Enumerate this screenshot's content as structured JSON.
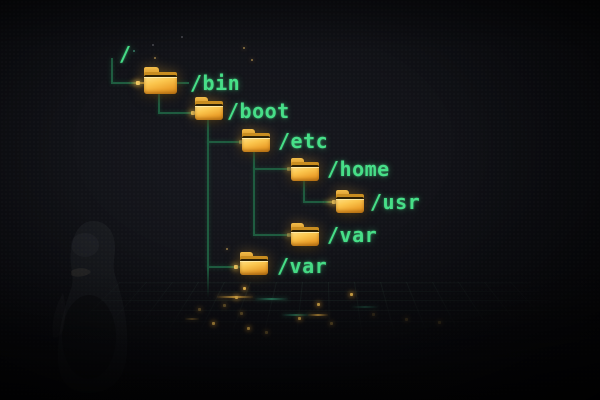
{
  "tree": {
    "root": {
      "label": "/"
    },
    "nodes": [
      {
        "name": "bin",
        "label": "/bin"
      },
      {
        "name": "boot",
        "label": "/boot"
      },
      {
        "name": "etc",
        "label": "/etc"
      },
      {
        "name": "home",
        "label": "/home"
      },
      {
        "name": "usr",
        "label": "/usr"
      },
      {
        "name": "var-under-etc",
        "label": "/var"
      },
      {
        "name": "var-under-boot",
        "label": "/var"
      }
    ]
  },
  "colors": {
    "background": "#0e0f14",
    "connector_green": "#1f5c40",
    "label_green": "#47df88",
    "folder_gold_light": "#ffe083",
    "folder_gold_dark": "#d2861a",
    "glow_amber": "#ffd468"
  },
  "icons": {
    "folder": "folder-icon",
    "mascot": "tux-penguin-silhouette"
  }
}
